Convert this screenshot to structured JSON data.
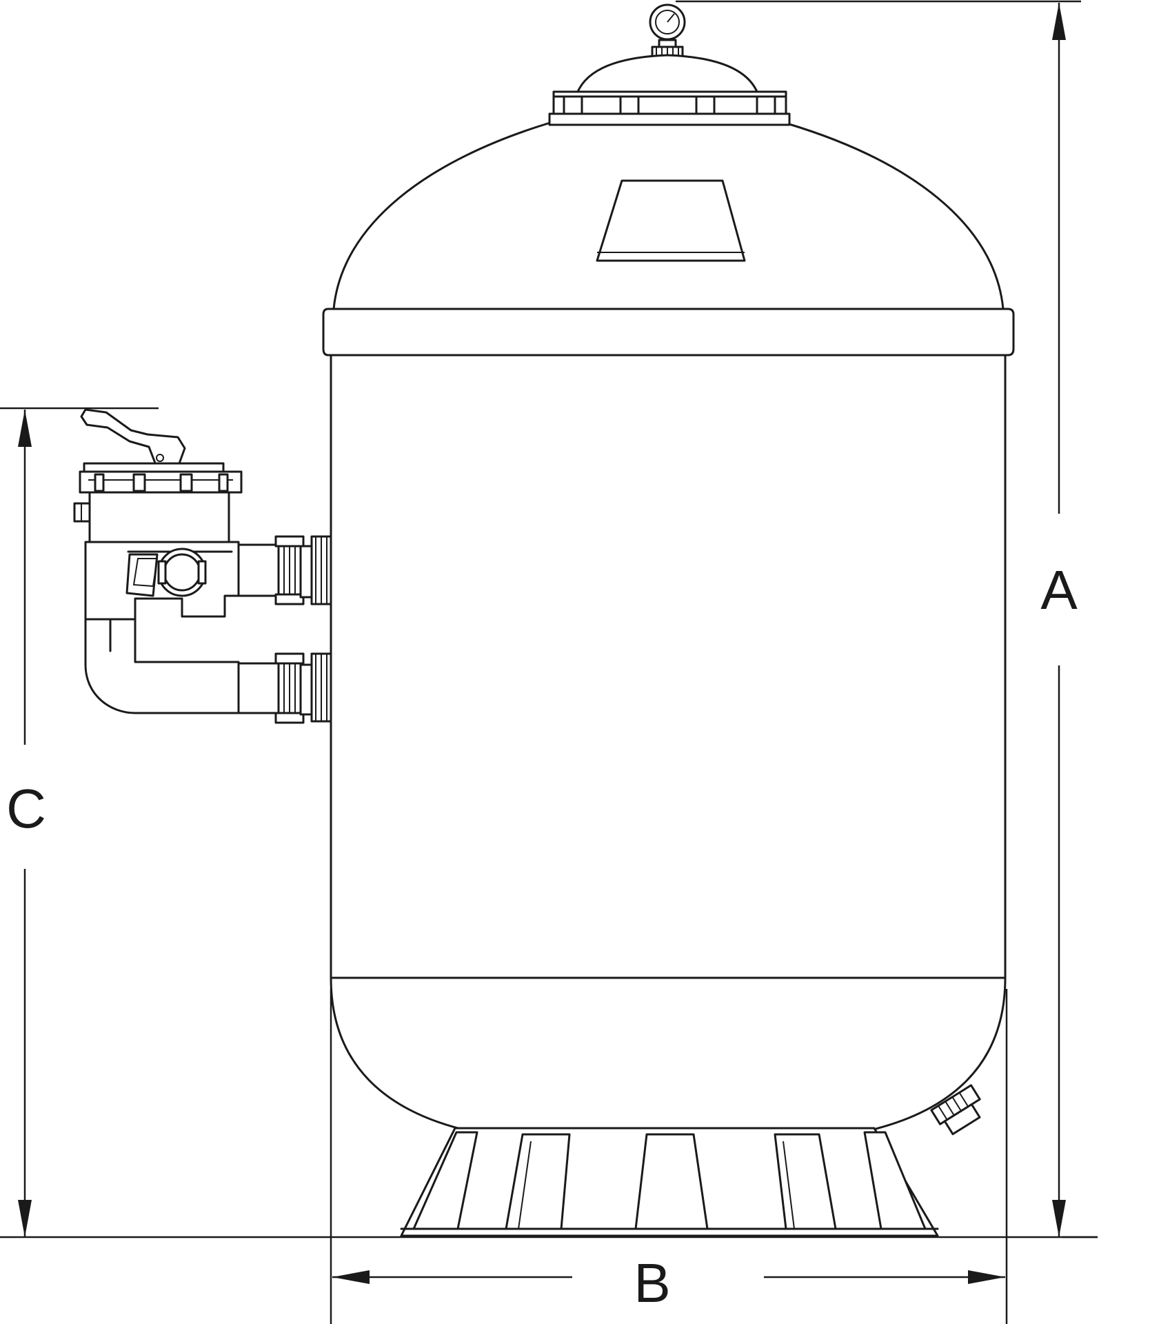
{
  "dimensions": {
    "height_label": "A",
    "width_label": "B",
    "valve_height_label": "C"
  },
  "colors": {
    "line": "#1a1a1a",
    "background": "#ffffff"
  }
}
